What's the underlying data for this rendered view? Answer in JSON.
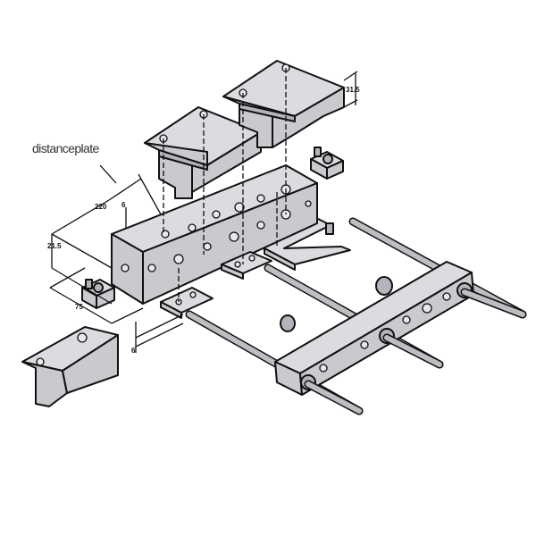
{
  "callouts": {
    "distance_plate": "distanceplate"
  },
  "dimensions": {
    "length": "220",
    "plate_thickness_top": "6",
    "height": "21.5",
    "width": "75",
    "plate_thickness_bottom": "6",
    "block_height": "31.5"
  },
  "colors": {
    "part_fill": "#c9c9ce",
    "outline": "#111111"
  }
}
